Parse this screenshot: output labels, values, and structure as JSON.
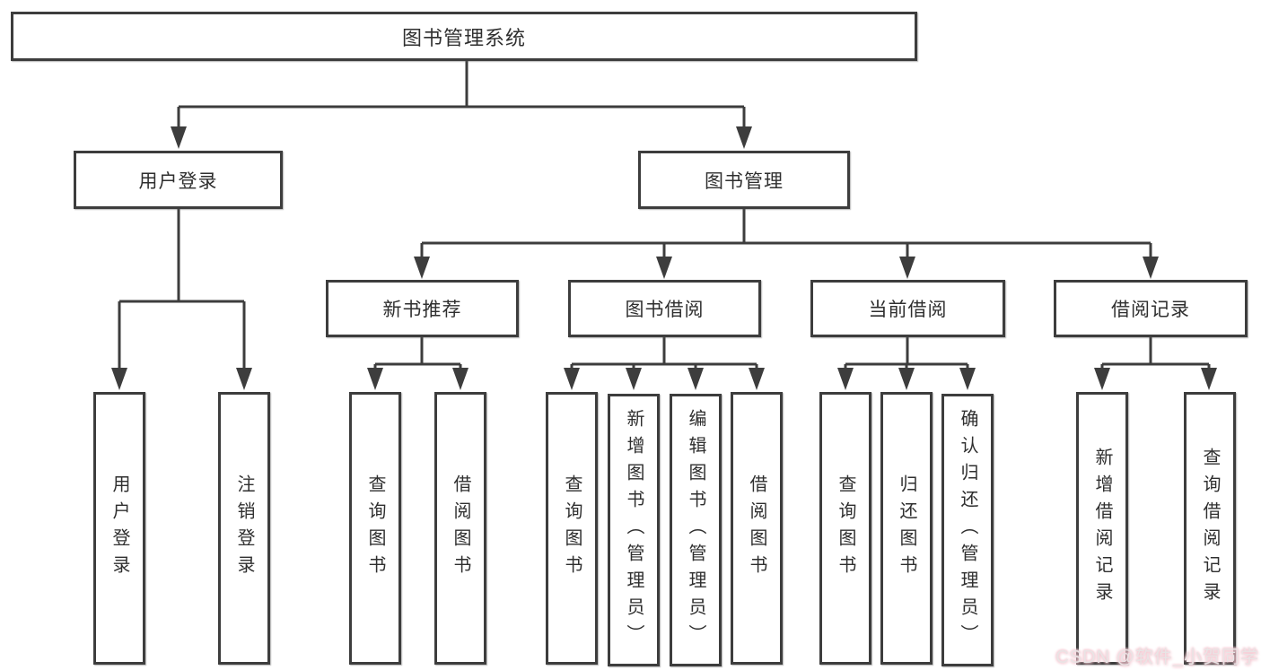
{
  "diagram": {
    "root": {
      "label": "图书管理系统"
    },
    "level2": [
      {
        "label": "用户登录"
      },
      {
        "label": "图书管理"
      }
    ],
    "level3": [
      {
        "label": "新书推荐"
      },
      {
        "label": "图书借阅"
      },
      {
        "label": "当前借阅"
      },
      {
        "label": "借阅记录"
      }
    ],
    "level4": [
      {
        "label": "用户登录"
      },
      {
        "label": "注销登录"
      },
      {
        "label": "查询图书"
      },
      {
        "label": "借阅图书"
      },
      {
        "label": "查询图书"
      },
      {
        "label": "新增图书（管理员）"
      },
      {
        "label": "编辑图书（管理员）"
      },
      {
        "label": "借阅图书"
      },
      {
        "label": "查询图书"
      },
      {
        "label": "归还图书"
      },
      {
        "label": "确认归还（管理员）"
      },
      {
        "label": "新增借阅记录"
      },
      {
        "label": "查询借阅记录"
      }
    ],
    "watermark": "CSDN @软件_小贺同学",
    "colors": {
      "line": "#3d3d3d",
      "text": "#2f2f2f",
      "background": "#ffffff",
      "watermark_pink": "#f3c3cd"
    }
  }
}
